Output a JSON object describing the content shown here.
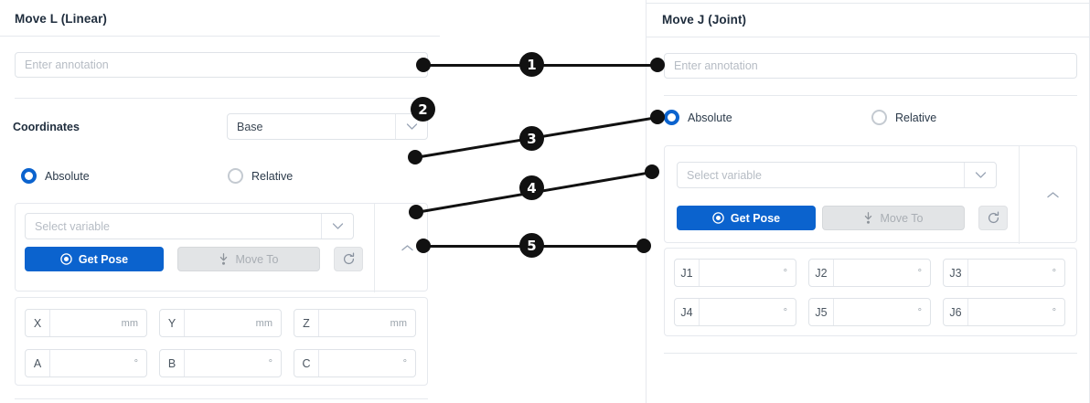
{
  "left_panel": {
    "title": "Move L (Linear)",
    "annotation": {
      "placeholder": "Enter annotation",
      "value": ""
    },
    "coordinates": {
      "label": "Coordinates",
      "value": "Base",
      "chevron_icon": "chevron-down-icon"
    },
    "mode": {
      "absolute_label": "Absolute",
      "relative_label": "Relative",
      "selected": "Absolute"
    },
    "variable": {
      "placeholder": "Select variable",
      "chevron_icon": "chevron-down-icon"
    },
    "actions": {
      "get_pose_label": "Get Pose",
      "get_pose_icon": "target-dot-icon",
      "move_to_label": "Move To",
      "move_to_icon": "move-down-icon",
      "move_to_disabled": true,
      "refresh_icon": "refresh-icon"
    },
    "collapse_icon": "chevron-up-icon",
    "pose_fields": [
      {
        "tag": "X",
        "value": "",
        "unit": "mm"
      },
      {
        "tag": "Y",
        "value": "",
        "unit": "mm"
      },
      {
        "tag": "Z",
        "value": "",
        "unit": "mm"
      },
      {
        "tag": "A",
        "value": "",
        "unit": "°"
      },
      {
        "tag": "B",
        "value": "",
        "unit": "°"
      },
      {
        "tag": "C",
        "value": "",
        "unit": "°"
      }
    ]
  },
  "right_panel": {
    "title": "Move J (Joint)",
    "annotation": {
      "placeholder": "Enter annotation",
      "value": ""
    },
    "mode": {
      "absolute_label": "Absolute",
      "relative_label": "Relative",
      "selected": "Absolute"
    },
    "variable": {
      "placeholder": "Select variable",
      "chevron_icon": "chevron-down-icon"
    },
    "actions": {
      "get_pose_label": "Get Pose",
      "get_pose_icon": "target-dot-icon",
      "move_to_label": "Move To",
      "move_to_icon": "move-down-icon",
      "move_to_disabled": true,
      "refresh_icon": "refresh-icon"
    },
    "collapse_icon": "chevron-up-icon",
    "joint_fields": [
      {
        "tag": "J1",
        "value": "",
        "unit": "°"
      },
      {
        "tag": "J2",
        "value": "",
        "unit": "°"
      },
      {
        "tag": "J3",
        "value": "",
        "unit": "°"
      },
      {
        "tag": "J4",
        "value": "",
        "unit": "°"
      },
      {
        "tag": "J5",
        "value": "",
        "unit": "°"
      },
      {
        "tag": "J6",
        "value": "",
        "unit": "°"
      }
    ]
  },
  "callouts": [
    {
      "number": "1"
    },
    {
      "number": "2"
    },
    {
      "number": "3"
    },
    {
      "number": "4"
    },
    {
      "number": "5"
    }
  ],
  "colors": {
    "accent": "#0b63ce",
    "callout": "#111111",
    "border": "#dfe3e8",
    "placeholder": "#b6bcc4",
    "title": "#1f2d3d"
  }
}
